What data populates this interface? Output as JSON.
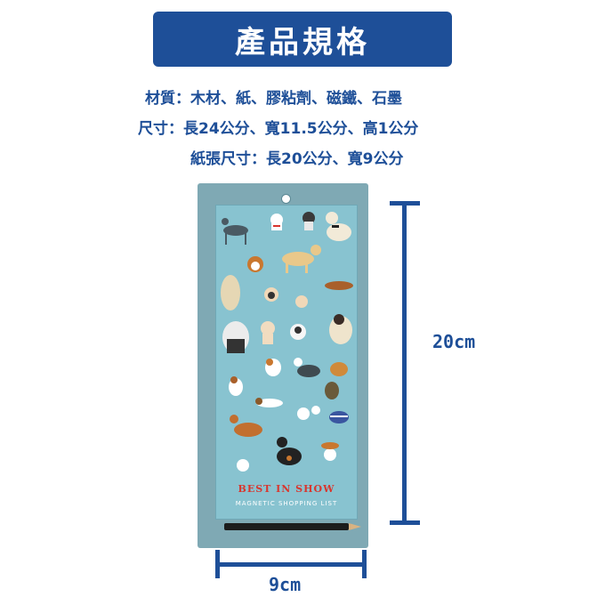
{
  "header": {
    "title": "產品規格"
  },
  "specs": [
    "材質：木材、紙、膠粘劑、磁鐵、石墨",
    "尺寸：長24公分、寬11.5公分、高1公分",
    "紙張尺寸：長20公分、寬9公分"
  ],
  "product": {
    "title": "BEST IN SHOW",
    "subtitle": "MAGNETIC SHOPPING LIST"
  },
  "dimensions": {
    "height": "20cm",
    "width": "9cm"
  },
  "colors": {
    "brand": "#1e4f98",
    "board": "#7fa9b4",
    "pad": "#88c3d0",
    "title_red": "#d8362e"
  }
}
